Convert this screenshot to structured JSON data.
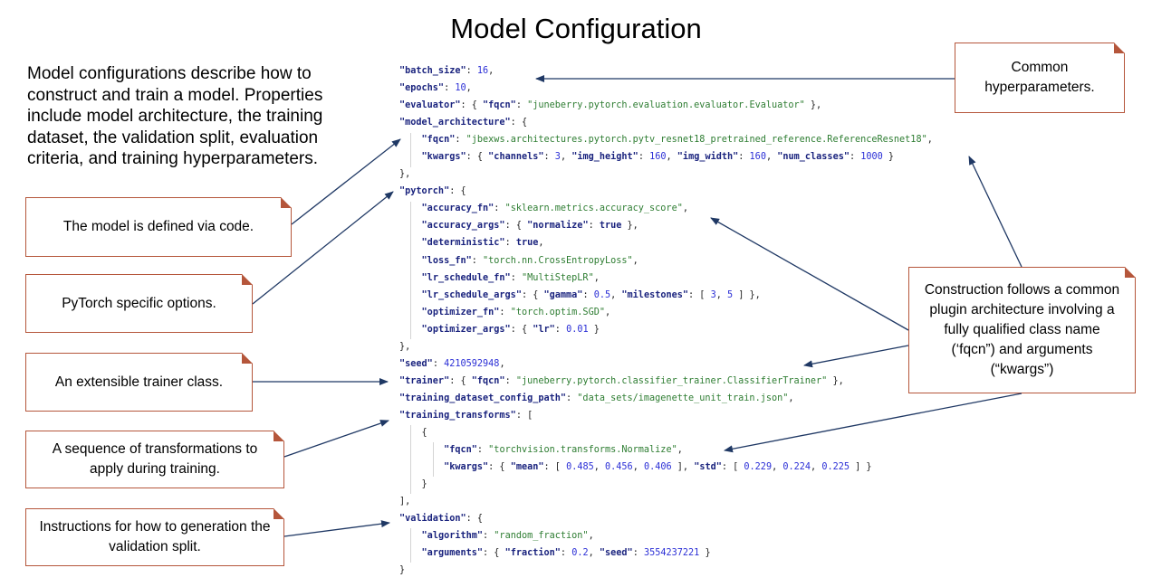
{
  "title": "Model Configuration",
  "intro": "Model configurations describe how to construct and train a model.  Properties include model architecture, the training dataset, the validation split, evaluation criteria, and training hyperparameters.",
  "callouts": {
    "common_hyperparameters": "Common hyperparameters.",
    "model_defined": "The model is defined via code.",
    "pytorch_options": "PyTorch specific options.",
    "trainer_class": "An extensible trainer class.",
    "transformations": "A sequence of transformations to apply during training.",
    "validation_split": "Instructions for how to generation the validation split.",
    "plugin_architecture": "Construction follows a common plugin architecture involving a fully qualified class name (‘fqcn”) and arguments (“kwargs”)"
  },
  "code_lines": [
    [
      [
        "k",
        "\"batch_size\""
      ],
      [
        "p",
        ": "
      ],
      [
        "n",
        "16"
      ],
      [
        "p",
        ","
      ]
    ],
    [
      [
        "k",
        "\"epochs\""
      ],
      [
        "p",
        ": "
      ],
      [
        "n",
        "10"
      ],
      [
        "p",
        ","
      ]
    ],
    [
      [
        "k",
        "\"evaluator\""
      ],
      [
        "p",
        ": { "
      ],
      [
        "k",
        "\"fqcn\""
      ],
      [
        "p",
        ": "
      ],
      [
        "s",
        "\"juneberry.pytorch.evaluation.evaluator.Evaluator\""
      ],
      [
        "p",
        " },"
      ]
    ],
    [
      [
        "k",
        "\"model_architecture\""
      ],
      [
        "p",
        ": {"
      ]
    ],
    [
      [
        "p",
        "    "
      ],
      [
        "k",
        "\"fqcn\""
      ],
      [
        "p",
        ": "
      ],
      [
        "s",
        "\"jbexws.architectures.pytorch.pytv_resnet18_pretrained_reference.ReferenceResnet18\""
      ],
      [
        "p",
        ","
      ]
    ],
    [
      [
        "p",
        "    "
      ],
      [
        "k",
        "\"kwargs\""
      ],
      [
        "p",
        ": { "
      ],
      [
        "k",
        "\"channels\""
      ],
      [
        "p",
        ": "
      ],
      [
        "n",
        "3"
      ],
      [
        "p",
        ", "
      ],
      [
        "k",
        "\"img_height\""
      ],
      [
        "p",
        ": "
      ],
      [
        "n",
        "160"
      ],
      [
        "p",
        ", "
      ],
      [
        "k",
        "\"img_width\""
      ],
      [
        "p",
        ": "
      ],
      [
        "n",
        "160"
      ],
      [
        "p",
        ", "
      ],
      [
        "k",
        "\"num_classes\""
      ],
      [
        "p",
        ": "
      ],
      [
        "n",
        "1000"
      ],
      [
        "p",
        " }"
      ]
    ],
    [
      [
        "p",
        "},"
      ]
    ],
    [
      [
        "k",
        "\"pytorch\""
      ],
      [
        "p",
        ": {"
      ]
    ],
    [
      [
        "p",
        "    "
      ],
      [
        "k",
        "\"accuracy_fn\""
      ],
      [
        "p",
        ": "
      ],
      [
        "s",
        "\"sklearn.metrics.accuracy_score\""
      ],
      [
        "p",
        ","
      ]
    ],
    [
      [
        "p",
        "    "
      ],
      [
        "k",
        "\"accuracy_args\""
      ],
      [
        "p",
        ": { "
      ],
      [
        "k",
        "\"normalize\""
      ],
      [
        "p",
        ": "
      ],
      [
        "b",
        "true"
      ],
      [
        "p",
        " },"
      ]
    ],
    [
      [
        "p",
        "    "
      ],
      [
        "k",
        "\"deterministic\""
      ],
      [
        "p",
        ": "
      ],
      [
        "b",
        "true"
      ],
      [
        "p",
        ","
      ]
    ],
    [
      [
        "p",
        "    "
      ],
      [
        "k",
        "\"loss_fn\""
      ],
      [
        "p",
        ": "
      ],
      [
        "s",
        "\"torch.nn.CrossEntropyLoss\""
      ],
      [
        "p",
        ","
      ]
    ],
    [
      [
        "p",
        "    "
      ],
      [
        "k",
        "\"lr_schedule_fn\""
      ],
      [
        "p",
        ": "
      ],
      [
        "s",
        "\"MultiStepLR\""
      ],
      [
        "p",
        ","
      ]
    ],
    [
      [
        "p",
        "    "
      ],
      [
        "k",
        "\"lr_schedule_args\""
      ],
      [
        "p",
        ": { "
      ],
      [
        "k",
        "\"gamma\""
      ],
      [
        "p",
        ": "
      ],
      [
        "n",
        "0.5"
      ],
      [
        "p",
        ", "
      ],
      [
        "k",
        "\"milestones\""
      ],
      [
        "p",
        ": [ "
      ],
      [
        "n",
        "3"
      ],
      [
        "p",
        ", "
      ],
      [
        "n",
        "5"
      ],
      [
        "p",
        " ] },"
      ]
    ],
    [
      [
        "p",
        "    "
      ],
      [
        "k",
        "\"optimizer_fn\""
      ],
      [
        "p",
        ": "
      ],
      [
        "s",
        "\"torch.optim.SGD\""
      ],
      [
        "p",
        ","
      ]
    ],
    [
      [
        "p",
        "    "
      ],
      [
        "k",
        "\"optimizer_args\""
      ],
      [
        "p",
        ": { "
      ],
      [
        "k",
        "\"lr\""
      ],
      [
        "p",
        ": "
      ],
      [
        "n",
        "0.01"
      ],
      [
        "p",
        " }"
      ]
    ],
    [
      [
        "p",
        "},"
      ]
    ],
    [
      [
        "k",
        "\"seed\""
      ],
      [
        "p",
        ": "
      ],
      [
        "n",
        "4210592948"
      ],
      [
        "p",
        ","
      ]
    ],
    [
      [
        "k",
        "\"trainer\""
      ],
      [
        "p",
        ": { "
      ],
      [
        "k",
        "\"fqcn\""
      ],
      [
        "p",
        ": "
      ],
      [
        "s",
        "\"juneberry.pytorch.classifier_trainer.ClassifierTrainer\""
      ],
      [
        "p",
        " },"
      ]
    ],
    [
      [
        "k",
        "\"training_dataset_config_path\""
      ],
      [
        "p",
        ": "
      ],
      [
        "s",
        "\"data_sets/imagenette_unit_train.json\""
      ],
      [
        "p",
        ","
      ]
    ],
    [
      [
        "k",
        "\"training_transforms\""
      ],
      [
        "p",
        ": ["
      ]
    ],
    [
      [
        "p",
        "    {"
      ]
    ],
    [
      [
        "p",
        "        "
      ],
      [
        "k",
        "\"fqcn\""
      ],
      [
        "p",
        ": "
      ],
      [
        "s",
        "\"torchvision.transforms.Normalize\""
      ],
      [
        "p",
        ","
      ]
    ],
    [
      [
        "p",
        "        "
      ],
      [
        "k",
        "\"kwargs\""
      ],
      [
        "p",
        ": { "
      ],
      [
        "k",
        "\"mean\""
      ],
      [
        "p",
        ": [ "
      ],
      [
        "n",
        "0.485"
      ],
      [
        "p",
        ", "
      ],
      [
        "n",
        "0.456"
      ],
      [
        "p",
        ", "
      ],
      [
        "n",
        "0.406"
      ],
      [
        "p",
        " ], "
      ],
      [
        "k",
        "\"std\""
      ],
      [
        "p",
        ": [ "
      ],
      [
        "n",
        "0.229"
      ],
      [
        "p",
        ", "
      ],
      [
        "n",
        "0.224"
      ],
      [
        "p",
        ", "
      ],
      [
        "n",
        "0.225"
      ],
      [
        "p",
        " ] }"
      ]
    ],
    [
      [
        "p",
        "    }"
      ]
    ],
    [
      [
        "p",
        "],"
      ]
    ],
    [
      [
        "k",
        "\"validation\""
      ],
      [
        "p",
        ": {"
      ]
    ],
    [
      [
        "p",
        "    "
      ],
      [
        "k",
        "\"algorithm\""
      ],
      [
        "p",
        ": "
      ],
      [
        "s",
        "\"random_fraction\""
      ],
      [
        "p",
        ","
      ]
    ],
    [
      [
        "p",
        "    "
      ],
      [
        "k",
        "\"arguments\""
      ],
      [
        "p",
        ": { "
      ],
      [
        "k",
        "\"fraction\""
      ],
      [
        "p",
        ": "
      ],
      [
        "n",
        "0.2"
      ],
      [
        "p",
        ", "
      ],
      [
        "k",
        "\"seed\""
      ],
      [
        "p",
        ": "
      ],
      [
        "n",
        "3554237221"
      ],
      [
        "p",
        " }"
      ]
    ],
    [
      [
        "p",
        "}"
      ]
    ]
  ],
  "colors": {
    "callout_border": "#b5563b",
    "arrow": "#1f3864",
    "key": "#1a237e",
    "string": "#2e7d32",
    "number": "#2b2fd6"
  }
}
